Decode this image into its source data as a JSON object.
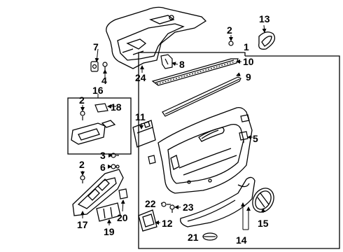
{
  "diagram": {
    "callouts": {
      "c1": "1",
      "c2_top": "2",
      "c2_left": "2",
      "c2_mid": "2",
      "c3": "3",
      "c4": "4",
      "c5": "5",
      "c6": "6",
      "c7": "7",
      "c8": "8",
      "c9": "9",
      "c10": "10",
      "c11": "11",
      "c12": "12",
      "c13": "13",
      "c14": "14",
      "c15": "15",
      "c16": "16",
      "c17": "17",
      "c18": "18",
      "c19": "19",
      "c20": "20",
      "c21": "21",
      "c22": "22",
      "c23": "23",
      "c24": "24"
    }
  }
}
